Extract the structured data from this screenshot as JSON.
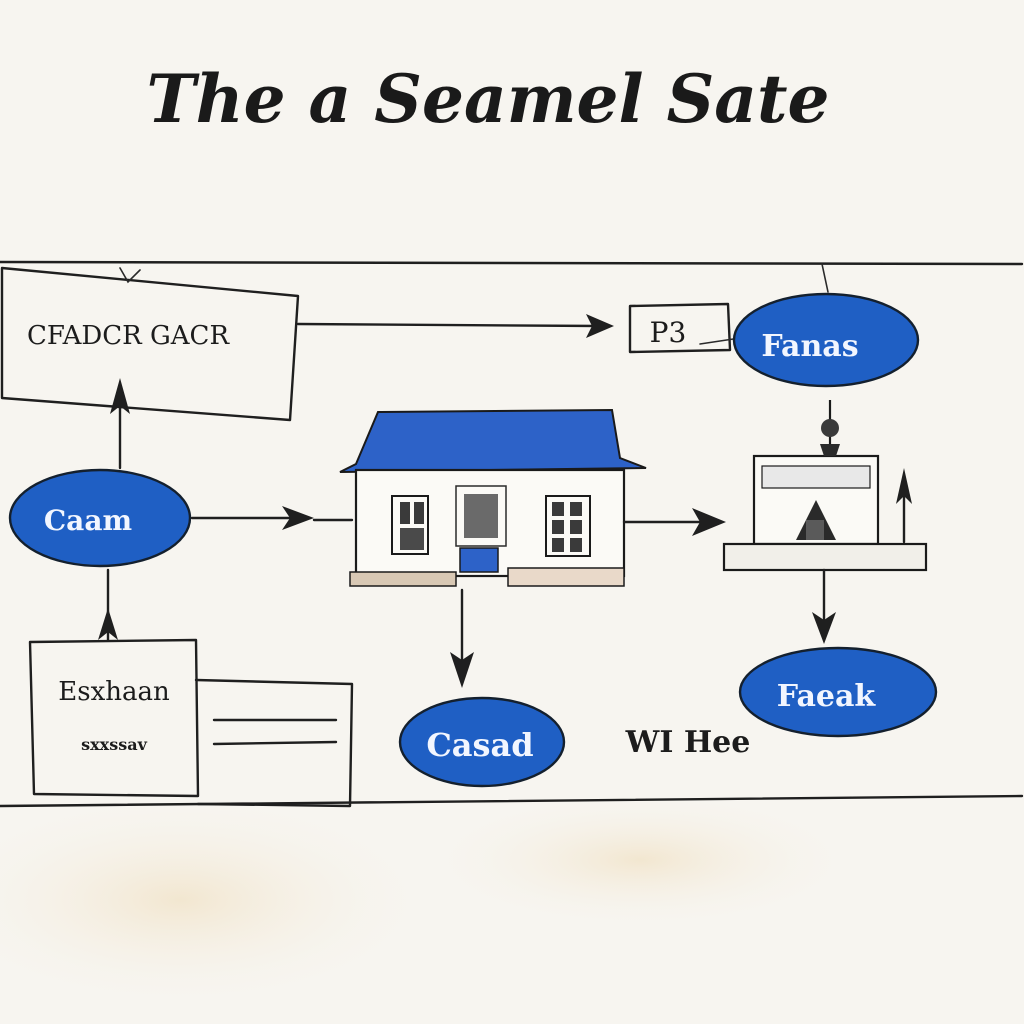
{
  "title": "The a Seamel Sate",
  "nodes": {
    "top_left_box": "CFADCR GACR",
    "small_tag": "P3",
    "top_right_oval": "Fanas",
    "left_oval": "Caam",
    "bottom_left_box_line1": "Esxhaan",
    "bottom_left_box_line2": "sxxssav",
    "center_bottom_oval": "Casad",
    "bottom_right_oval": "Faeak",
    "bottom_label": "WI Hee"
  },
  "colors": {
    "node_blue": "#1f5fc4",
    "ink": "#1f1f1f",
    "paper": "#f7f5f0"
  }
}
